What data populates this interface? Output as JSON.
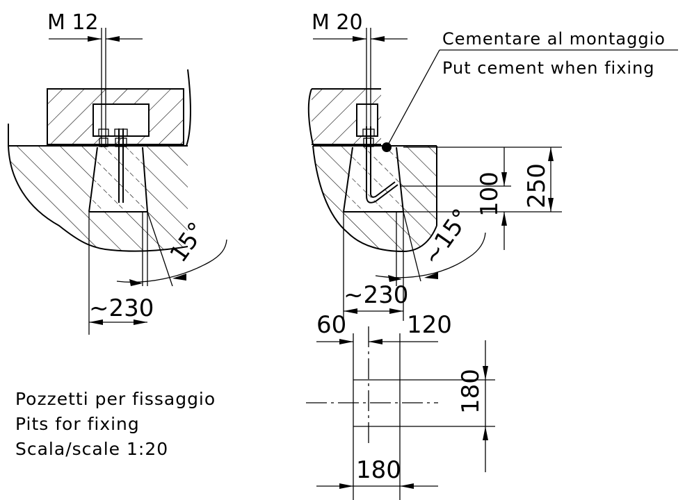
{
  "left_detail": {
    "bolt_label": "M 12",
    "width_label": "~230",
    "angle_label": "15°"
  },
  "right_detail": {
    "bolt_label": "M 20",
    "note_it": "Cementare al montaggio",
    "note_en": "Put cement when fixing",
    "depth_total_label": "250",
    "depth_inner_label": "100",
    "angle_label": "~15°",
    "width_label": "~230"
  },
  "plan_view": {
    "offset_left_label": "60",
    "offset_right_label": "120",
    "height_label": "180",
    "width_label": "180"
  },
  "caption": {
    "line1": "Pozzetti per fissaggio",
    "line2": "Pits for fixing",
    "line3": "Scala/scale 1:20"
  }
}
